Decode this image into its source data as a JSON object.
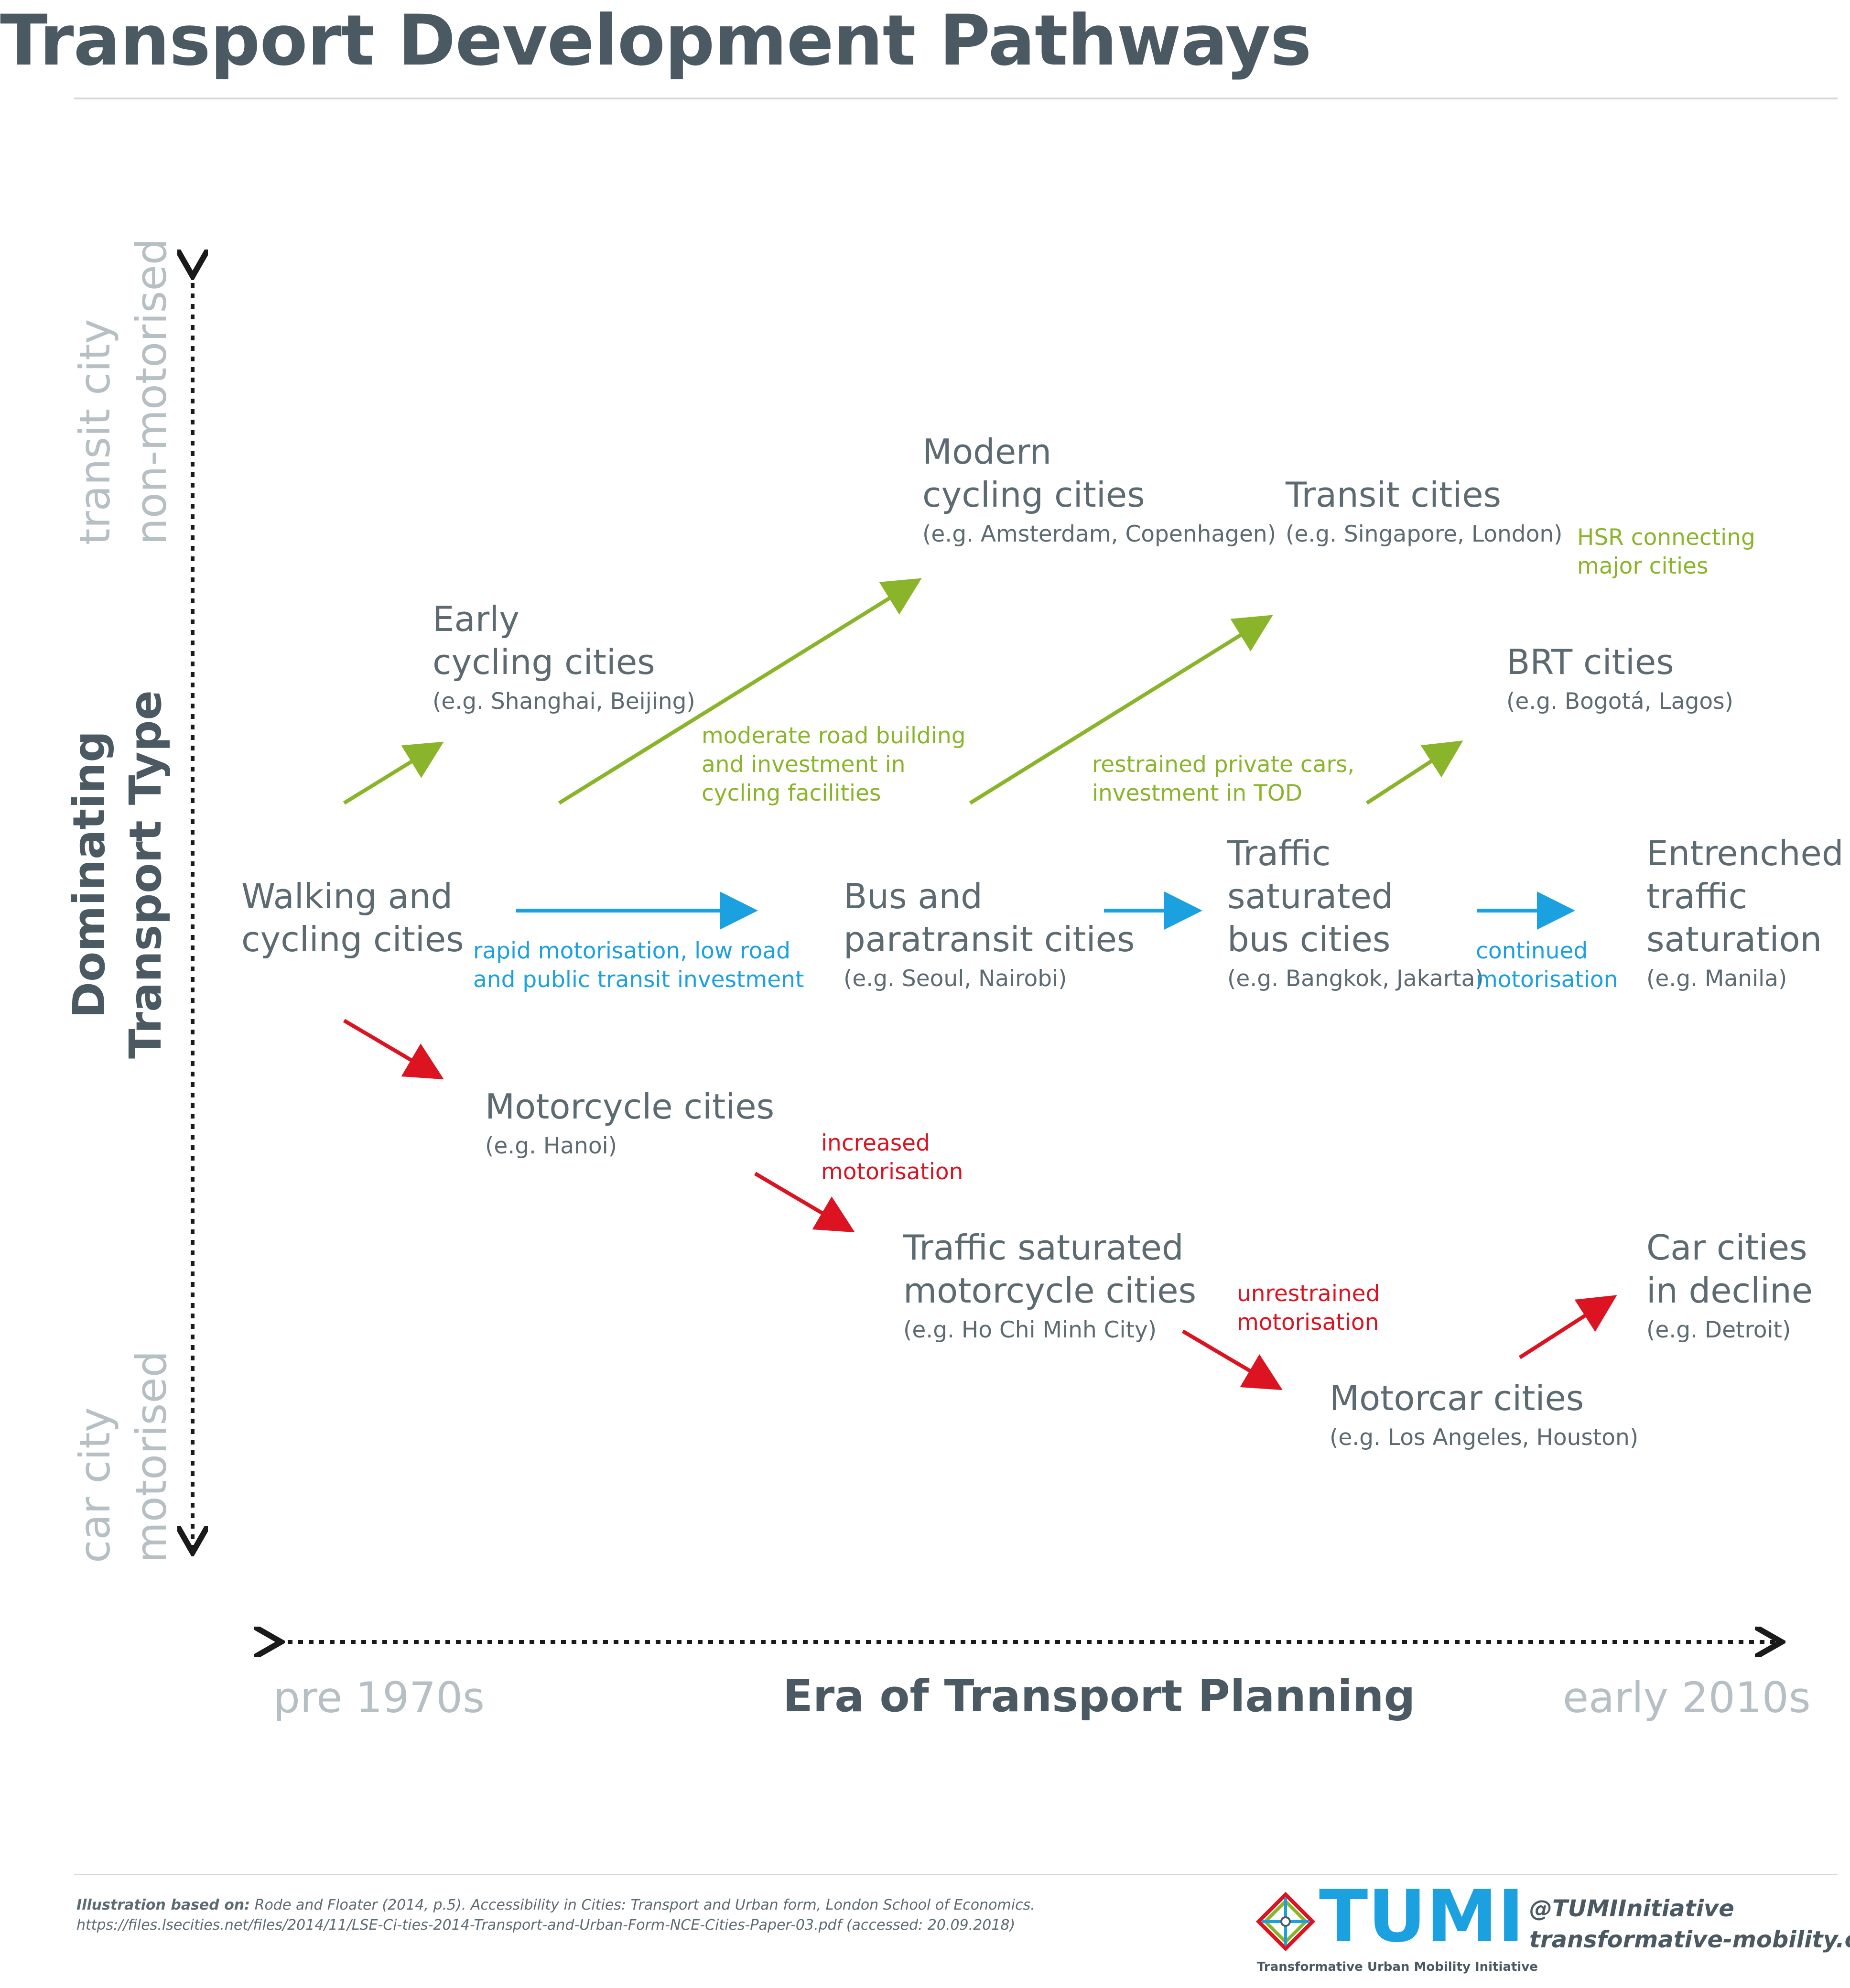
{
  "title": "Transport Development Pathways",
  "y_axis": {
    "title_line1": "Dominating",
    "title_line2": "Transport Type",
    "top_line1": "transit city",
    "top_line2": "non-motorised",
    "bottom_line1": "car city",
    "bottom_line2": "motorised"
  },
  "x_axis": {
    "title": "Era of Transport Planning",
    "left": "pre 1970s",
    "right": "early 2010s"
  },
  "nodes": {
    "walking": {
      "name_line1": "Walking and",
      "name_line2": "cycling cities"
    },
    "early_cycling": {
      "name_line1": "Early",
      "name_line2": "cycling cities",
      "example": "(e.g. Shanghai, Beijing)"
    },
    "modern_cycling": {
      "name_line1": "Modern",
      "name_line2": "cycling cities",
      "example": "(e.g. Amsterdam, Copenhagen)"
    },
    "transit": {
      "name_line1": "Transit cities",
      "example": "(e.g. Singapore, London)"
    },
    "brt": {
      "name_line1": "BRT cities",
      "example": "(e.g. Bogotá, Lagos)"
    },
    "bus": {
      "name_line1": "Bus and",
      "name_line2": "paratransit cities",
      "example": "(e.g. Seoul, Nairobi)"
    },
    "traffic_bus": {
      "name_line1": "Traffic",
      "name_line2": "saturated",
      "name_line3": "bus cities",
      "example": "(e.g. Bangkok, Jakarta)"
    },
    "entrenched": {
      "name_line1": "Entrenched",
      "name_line2": "traffic",
      "name_line3": "saturation",
      "example": "(e.g. Manila)"
    },
    "motorcycle": {
      "name_line1": "Motorcycle cities",
      "example": "(e.g. Hanoi)"
    },
    "traffic_motorcycle": {
      "name_line1": "Traffic saturated",
      "name_line2": "motorcycle cities",
      "example": "(e.g. Ho Chi Minh City)"
    },
    "motorcar": {
      "name_line1": "Motorcar cities",
      "example": "(e.g. Los Angeles, Houston)"
    },
    "car_decline": {
      "name_line1": "Car cities",
      "name_line2": "in decline",
      "example": "(e.g. Detroit)"
    }
  },
  "arrow_labels": {
    "moderate": {
      "line1": "moderate road building",
      "line2": "and investment in",
      "line3": "cycling facilities"
    },
    "restrained": {
      "line1": "restrained private cars,",
      "line2": "investment in TOD"
    },
    "hsr": {
      "line1": "HSR connecting",
      "line2": "major cities"
    },
    "rapid": {
      "line1": "rapid motorisation, low road",
      "line2": "and public transit investment"
    },
    "continued": {
      "line1": "continued",
      "line2": "motorisation"
    },
    "increased": {
      "line1": "increased",
      "line2": "motorisation"
    },
    "unrestrained": {
      "line1": "unrestrained",
      "line2": "motorisation"
    }
  },
  "colors": {
    "green": "#8ab52a",
    "blue": "#1ba0e0",
    "red": "#dc1320",
    "text": "#5c6a72",
    "axis_light": "#b5bfc4"
  },
  "footer": {
    "citation_bold": "Illustration based on:",
    "citation": " Rode and Floater (2014, p.5). Accessibility in Cities: Transport and Urban form, London School of Economics. https://files.lsecities.net/files/2014/11/LSE-Ci-ties-2014-Transport-and-Urban-Form-NCE-Cities-Paper-03.pdf (accessed: 20.09.2018)",
    "logo_word": "TUMI",
    "logo_sub": "Transformative Urban Mobility Initiative",
    "handle": "@TUMIInitiative",
    "website": "transformative-mobility.org"
  }
}
